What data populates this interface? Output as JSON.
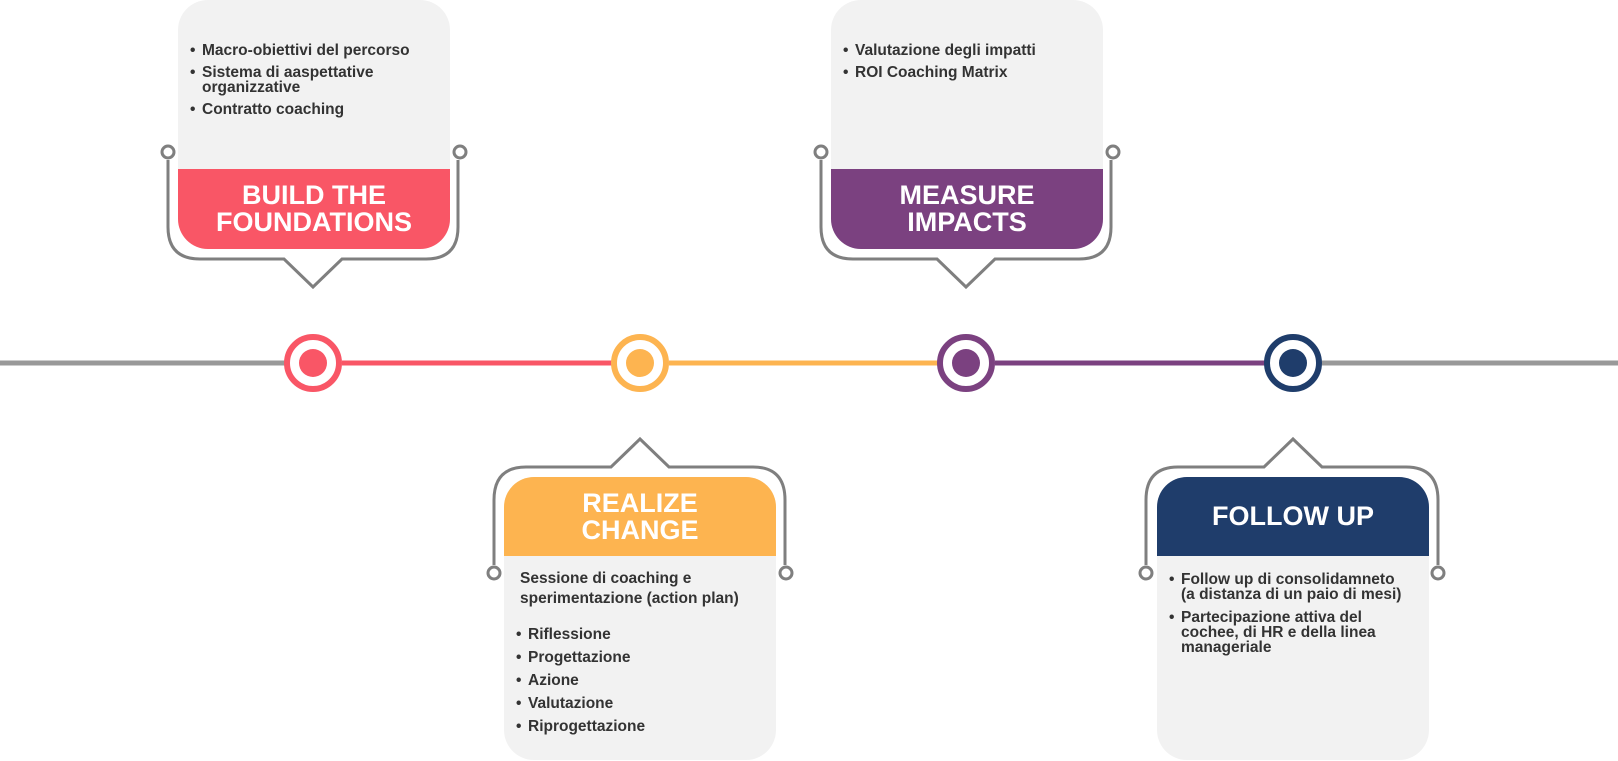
{
  "colors": {
    "build": "#f95666",
    "realize": "#fdb450",
    "measure": "#7b4180",
    "follow": "#1f3d6b",
    "line": "#999999",
    "outline": "#7f7f7f"
  },
  "stages": [
    {
      "key": "build",
      "title_lines": [
        "BUILD THE",
        "FOUNDATIONS"
      ],
      "intro": "",
      "items": [
        "Macro-obiettivi del percorso",
        "Sistema di aaspettative organizzative",
        "Contratto coaching"
      ]
    },
    {
      "key": "realize",
      "title_lines": [
        "REALIZE",
        "CHANGE"
      ],
      "intro": "Sessione di coaching e sperimentazione (action plan)",
      "items": [
        "Riflessione",
        "Progettazione",
        "Azione",
        "Valutazione",
        "Riprogettazione"
      ]
    },
    {
      "key": "measure",
      "title_lines": [
        "MEASURE",
        "IMPACTS"
      ],
      "intro": "",
      "items": [
        "Valutazione degli impatti",
        "ROI Coaching Matrix"
      ]
    },
    {
      "key": "follow",
      "title_lines": [
        "FOLLOW UP"
      ],
      "intro": "",
      "items": [
        "Follow up di consolidamneto (a distanza di un paio di mesi)",
        "Partecipazione attiva del cochee, di HR e della linea manageriale"
      ]
    }
  ]
}
